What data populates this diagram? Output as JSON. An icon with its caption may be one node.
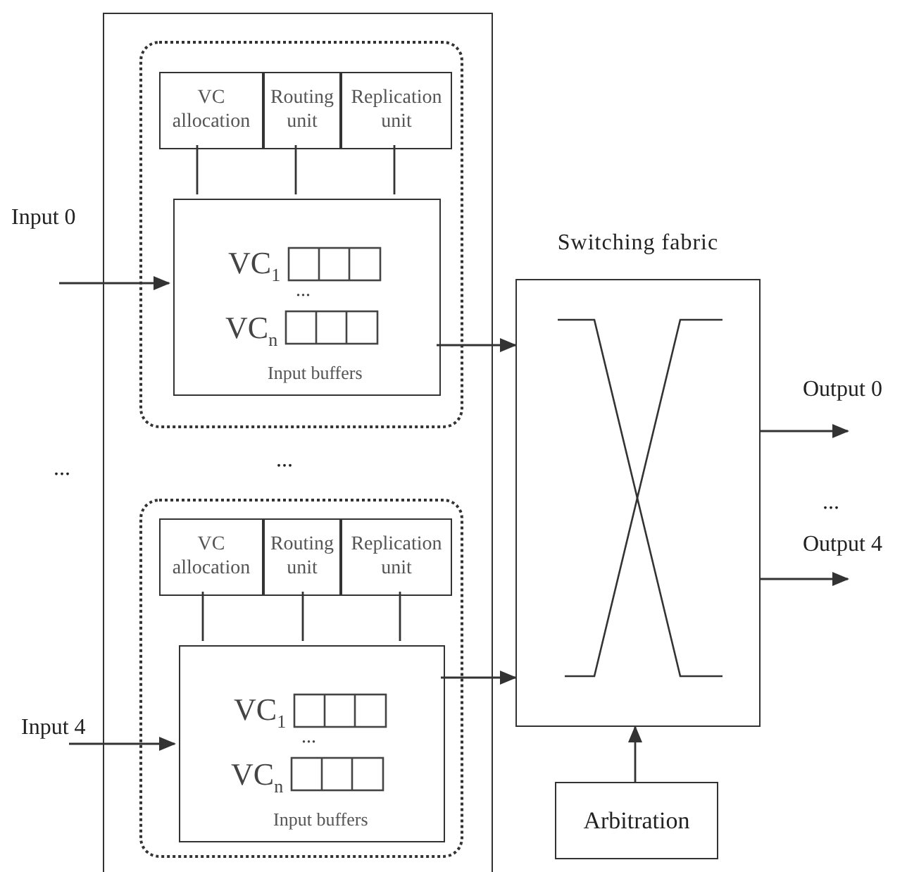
{
  "diagram": {
    "nodes": [
      {
        "text": [],
        "shape": "box"
      },
      {
        "text": [],
        "shape": "box",
        "in": 0
      },
      {
        "text": [
          "VC allocation"
        ],
        "in": 1
      },
      {
        "text": [
          "Routing unit"
        ],
        "in": 1
      },
      {
        "text": [
          "Replication unit"
        ],
        "in": 1
      },
      {
        "text": [
          "VC$_{1}$",
          "...",
          "VC$_{n}$",
          "Input buffers"
        ],
        "in": 1
      },
      {
        "text": [],
        "shape": "box",
        "in": 0
      },
      {
        "text": [
          "VC allocation"
        ],
        "in": 6
      },
      {
        "text": [
          "Routing unit"
        ],
        "in": 6
      },
      {
        "text": [
          "Replication unit"
        ],
        "in": 6
      },
      {
        "text": [
          "VC$_{1}$",
          "...",
          "VC$_{n}$",
          "Input buffers"
        ],
        "in": 6
      },
      {
        "text": [
          "Switching fabric"
        ]
      },
      {
        "text": [
          "Arbitration"
        ]
      },
      {
        "text": [
          "Input 0"
        ]
      },
      {
        "text": [
          "Input 4"
        ]
      },
      {
        "text": [
          "Output 0"
        ]
      },
      {
        "text": [
          "Output 4"
        ]
      }
    ],
    "edges": [
      {
        "from": 2,
        "to": 5,
        "arrow": "none"
      },
      {
        "from": 3,
        "to": 5,
        "arrow": "none"
      },
      {
        "from": 4,
        "to": 5,
        "arrow": "none"
      },
      {
        "from": 13,
        "to": 5,
        "arrow": "to"
      },
      {
        "from": 5,
        "to": 11,
        "arrow": "to"
      },
      {
        "from": 7,
        "to": 10,
        "arrow": "none"
      },
      {
        "from": 8,
        "to": 10,
        "arrow": "none"
      },
      {
        "from": 9,
        "to": 10,
        "arrow": "none"
      },
      {
        "from": 14,
        "to": 10,
        "arrow": "to"
      },
      {
        "from": 10,
        "to": 11,
        "arrow": "to"
      },
      {
        "from": 11,
        "to": 15,
        "arrow": "to"
      },
      {
        "from": 11,
        "to": 16,
        "arrow": "to"
      },
      {
        "from": 12,
        "to": 11,
        "arrow": "to"
      }
    ],
    "labels": [
      "...",
      "...",
      "..."
    ]
  }
}
